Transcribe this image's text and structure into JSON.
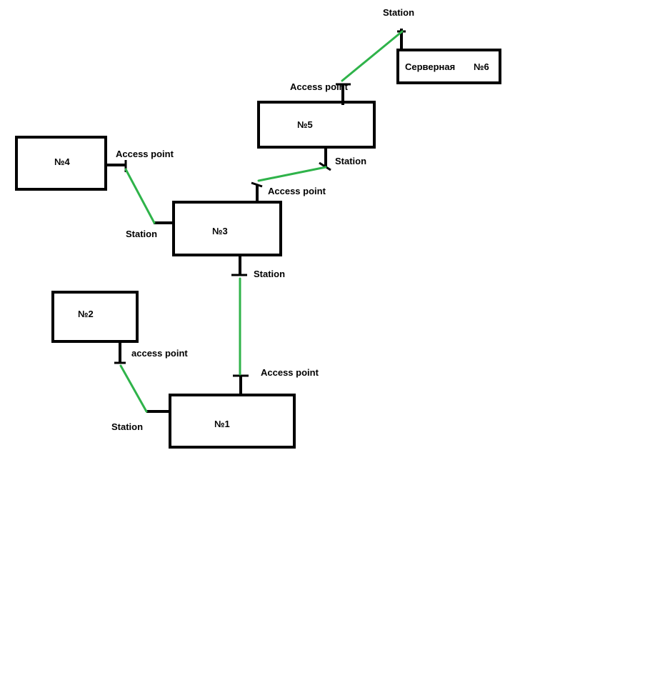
{
  "nodes": {
    "n1": "№1",
    "n2": "№2",
    "n3": "№3",
    "n4": "№4",
    "n5": "№5",
    "n6_name": "Серверная",
    "n6_num": "№6"
  },
  "labels": {
    "station": "Station",
    "access_point": "Access point",
    "access_point_lower": "access point"
  },
  "colors": {
    "link": "#2fb34a",
    "outline": "#000000"
  }
}
